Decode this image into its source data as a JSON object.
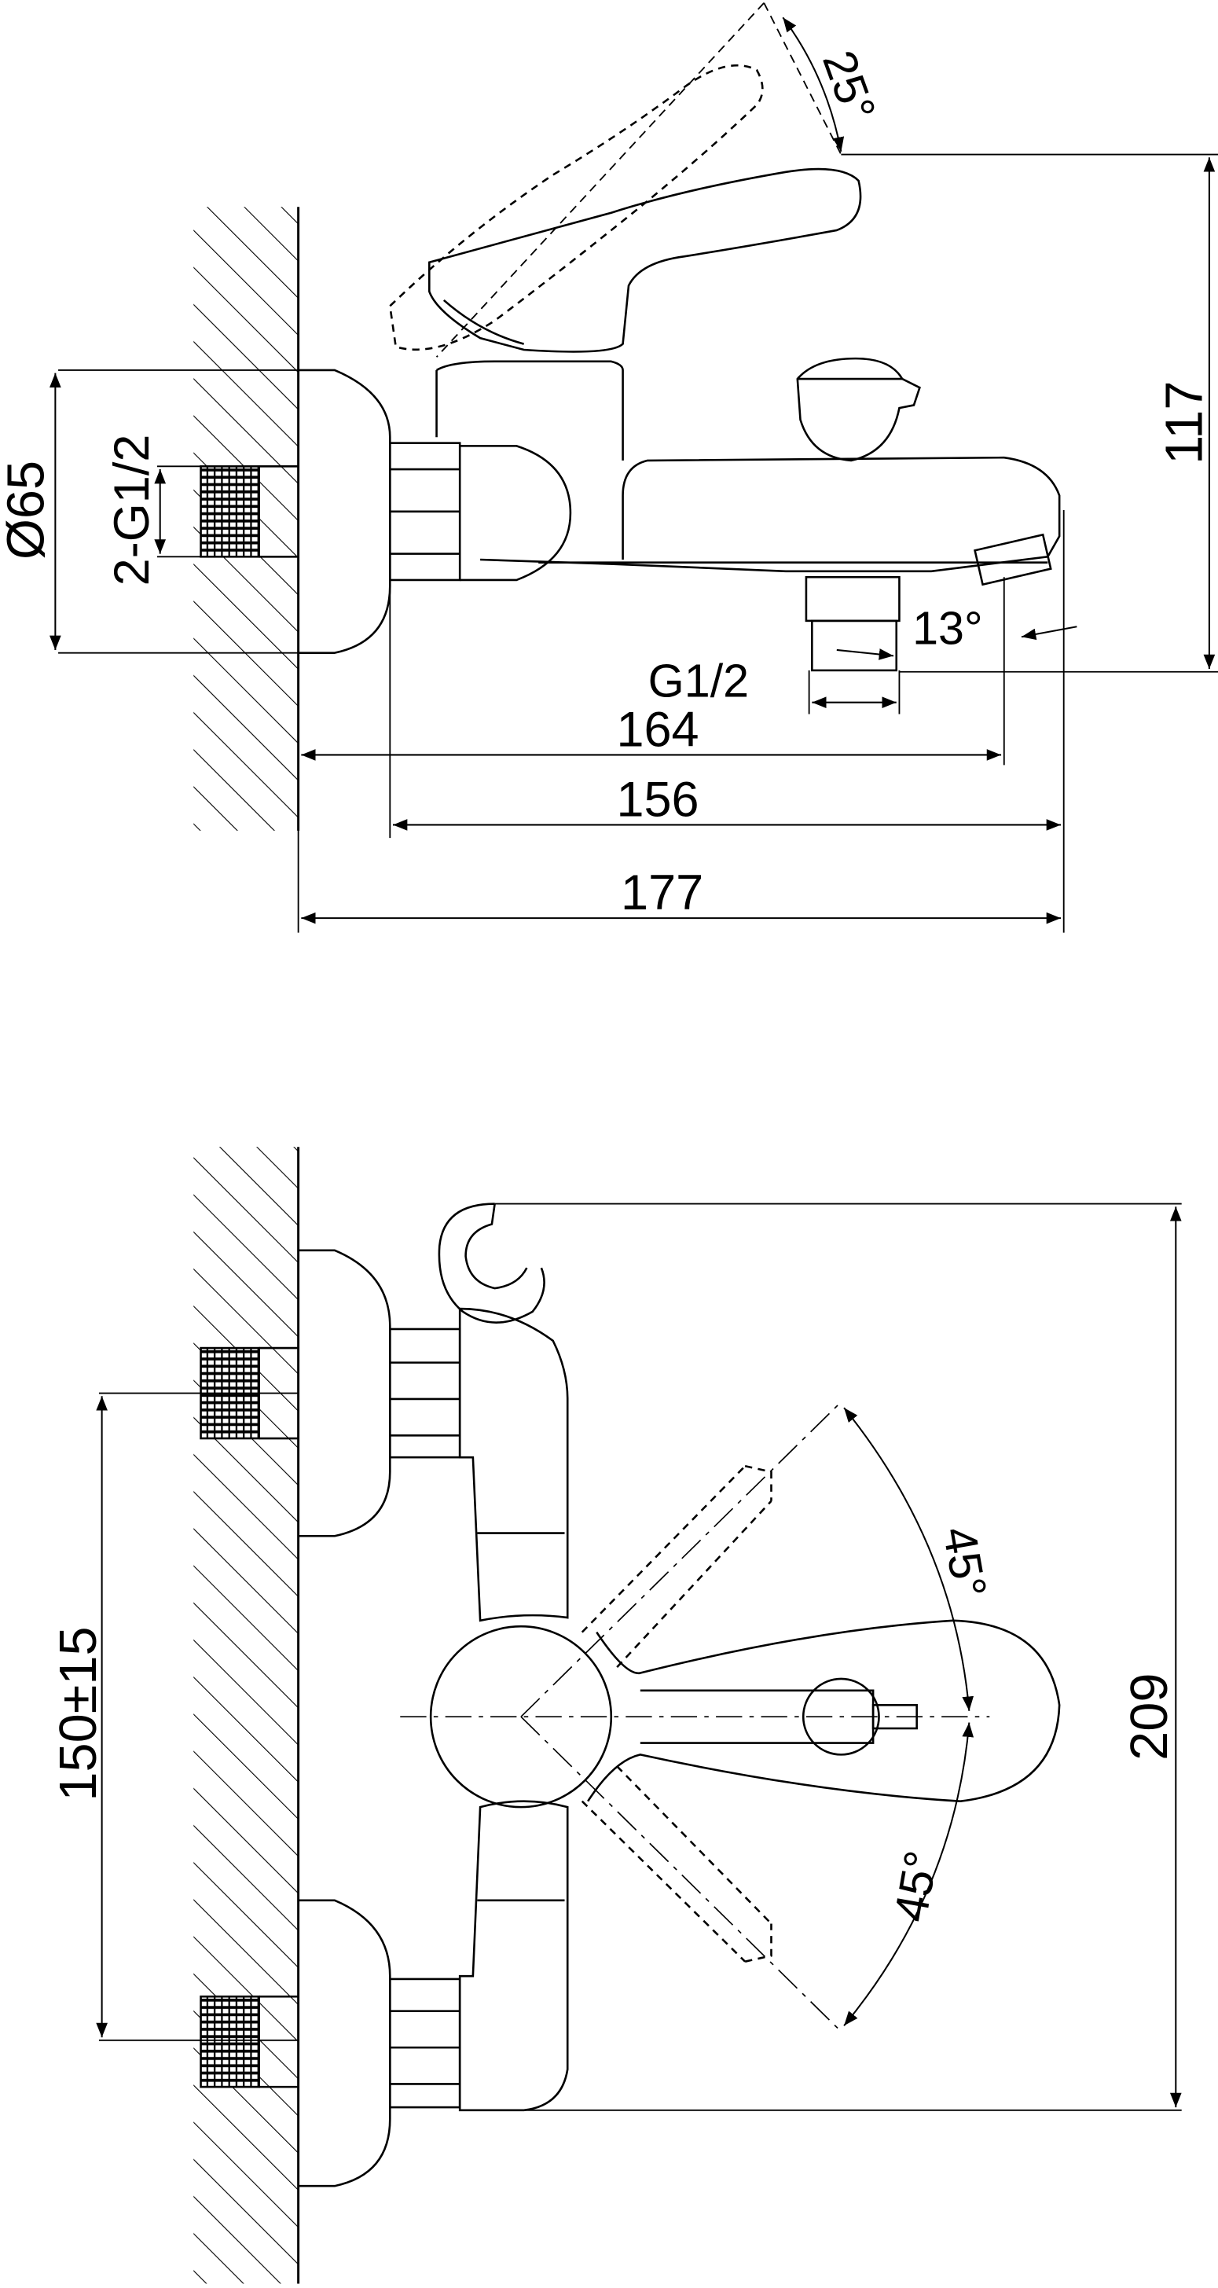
{
  "side_view": {
    "angle_lever": "25°",
    "height": "117",
    "flange_diameter": "Ø65",
    "inlet_thread": "2-G1/2",
    "angle_spout": "13°",
    "outlet_thread": "G1/2",
    "length_spout": "164",
    "length_body": "156",
    "length_total": "177"
  },
  "front_view": {
    "angle_up": "45°",
    "angle_down": "45°",
    "center_distance": "150±15",
    "height": "209"
  },
  "colors": {
    "line": "#000000",
    "background": "#ffffff"
  }
}
